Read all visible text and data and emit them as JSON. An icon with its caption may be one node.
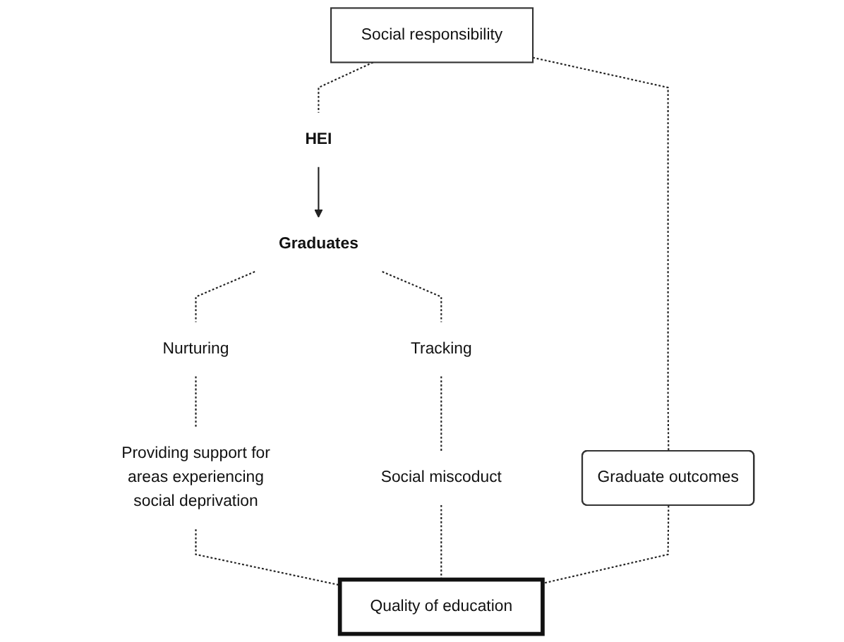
{
  "diagram": {
    "nodes": [
      {
        "text": [
          "Social responsibility"
        ]
      },
      {
        "text": [
          "HEI"
        ]
      },
      {
        "text": [
          "Graduates"
        ]
      },
      {
        "text": [
          "Tracking"
        ]
      },
      {
        "text": [
          "Nurturing"
        ]
      },
      {
        "text": [
          "Providing support for areas experiencing social deprivation"
        ]
      },
      {
        "text": [
          "Social miscoduct"
        ]
      },
      {
        "text": [
          "Graduate outcomes"
        ]
      },
      {
        "text": [
          "Quality of education"
        ]
      }
    ],
    "edges": [
      {
        "from": 0,
        "to": 1,
        "arrow": "none",
        "style": "dashed"
      },
      {
        "from": 1,
        "to": 2,
        "arrow": "to"
      },
      {
        "from": 2,
        "to": 3,
        "arrow": "none",
        "style": "dashed"
      },
      {
        "from": 2,
        "to": 4,
        "arrow": "none",
        "style": "dashed"
      },
      {
        "from": 4,
        "to": 5,
        "arrow": "none",
        "style": "dashed"
      },
      {
        "from": 3,
        "to": 6,
        "arrow": "none",
        "style": "dashed"
      },
      {
        "from": 5,
        "to": 8,
        "arrow": "none",
        "style": "dashed"
      },
      {
        "from": 6,
        "to": 8,
        "arrow": "none",
        "style": "dashed"
      },
      {
        "from": 0,
        "to": 7,
        "arrow": "none",
        "style": "dashed"
      },
      {
        "from": 7,
        "to": 8,
        "arrow": "none",
        "style": "dashed"
      }
    ]
  }
}
